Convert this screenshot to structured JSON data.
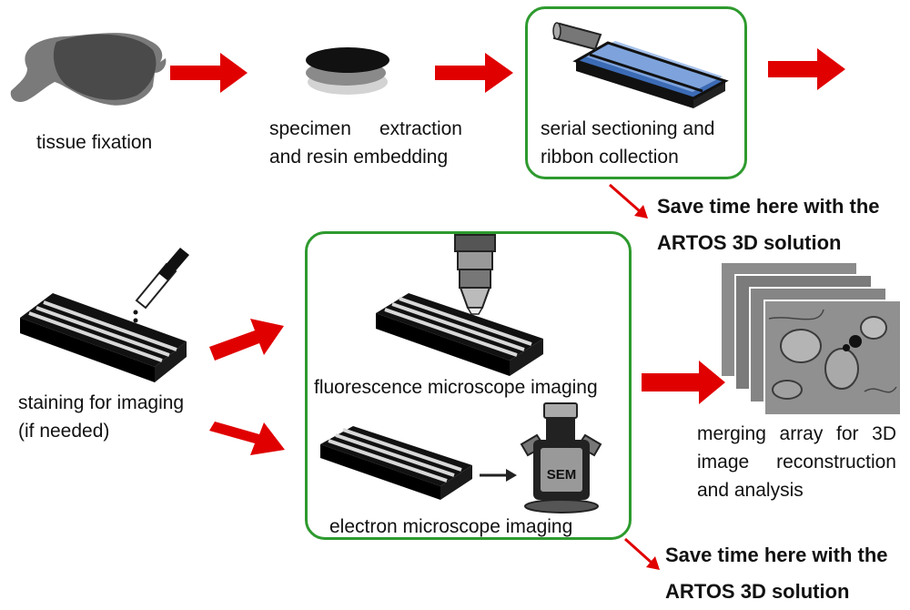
{
  "steps": {
    "fixation": "tissue fixation",
    "extraction_line1": "specimen extraction",
    "extraction_line2": "and resin embedding",
    "sectioning_line1": "serial sectioning and",
    "sectioning_line2": "ribbon collection",
    "staining_line1": "staining for imaging",
    "staining_line2": "(if needed)",
    "fluorescence": "fluorescence microscope imaging",
    "electron": "electron microscope imaging",
    "merging_line1": "merging array for 3D",
    "merging_line2": "image reconstruction",
    "merging_line3": "and analysis"
  },
  "callouts": {
    "top_line1": "Save time here with the",
    "top_line2": "ARTOS 3D solution",
    "bottom_line1": "Save time here with the",
    "bottom_line2": "ARTOS 3D solution"
  },
  "sem_label": "SEM",
  "colors": {
    "arrow": "#e00000",
    "highlight_box": "#2e9a2e",
    "slide": "#111111",
    "ribbon": "#dddddd"
  }
}
